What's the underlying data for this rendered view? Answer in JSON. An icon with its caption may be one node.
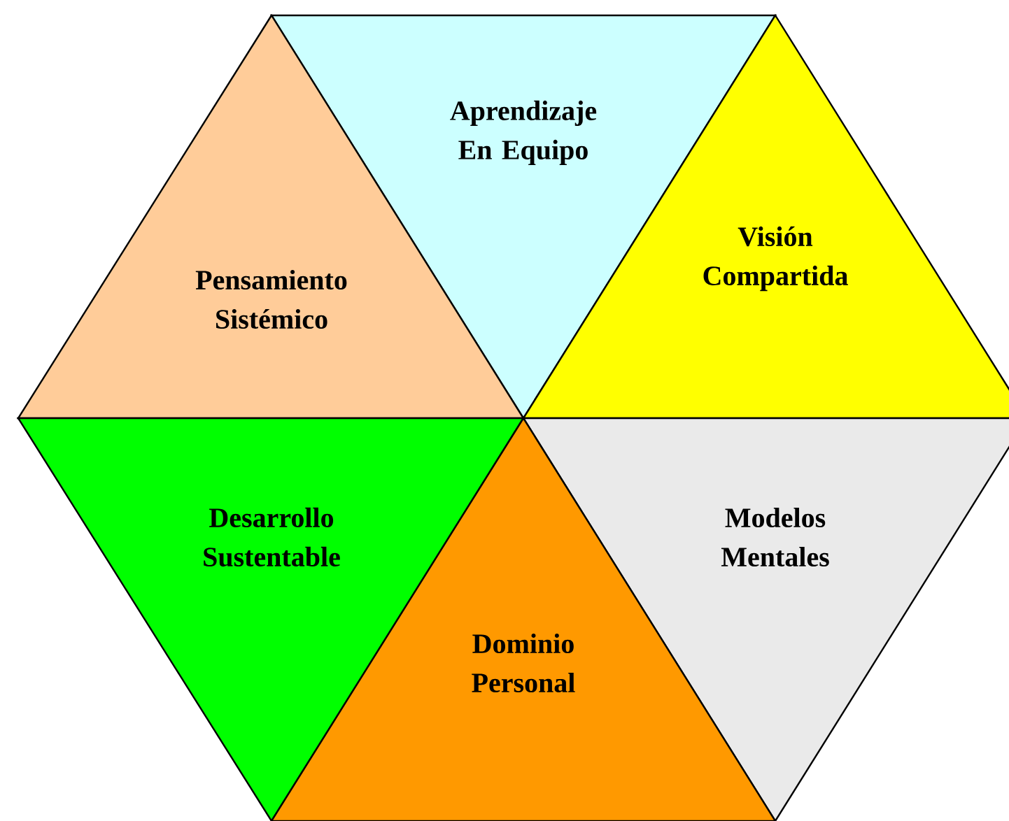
{
  "diagram": {
    "nodes": [
      {
        "text": [
          "Aprendizaje En Equipo"
        ]
      },
      {
        "text": [
          "Pensamiento Sistémico"
        ]
      },
      {
        "text": [
          "Visión Compartida"
        ]
      },
      {
        "text": [
          "Desarrollo Sustentable"
        ]
      },
      {
        "text": [
          "Modelos Mentales"
        ]
      },
      {
        "text": [
          "Dominio Personal"
        ]
      }
    ]
  }
}
